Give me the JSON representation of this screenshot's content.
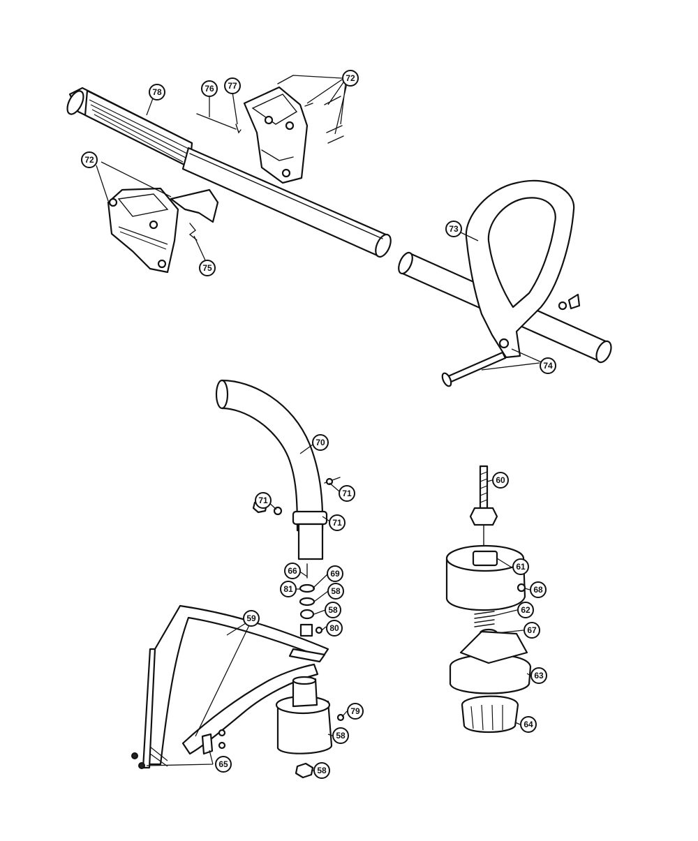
{
  "callouts": {
    "c78": "78",
    "c76": "76",
    "c77": "77",
    "c72a": "72",
    "c72b": "72",
    "c75": "75",
    "c73": "73",
    "c74": "74",
    "c70": "70",
    "c71a": "71",
    "c71b": "71",
    "c71c": "71",
    "c60": "60",
    "c61": "61",
    "c68": "68",
    "c62": "62",
    "c67": "67",
    "c63": "63",
    "c64": "64",
    "c66": "66",
    "c69": "69",
    "c81": "81",
    "c58a": "58",
    "c58b": "58",
    "c58c": "58",
    "c80": "80",
    "c59": "59",
    "c79": "79",
    "c65": "65"
  }
}
